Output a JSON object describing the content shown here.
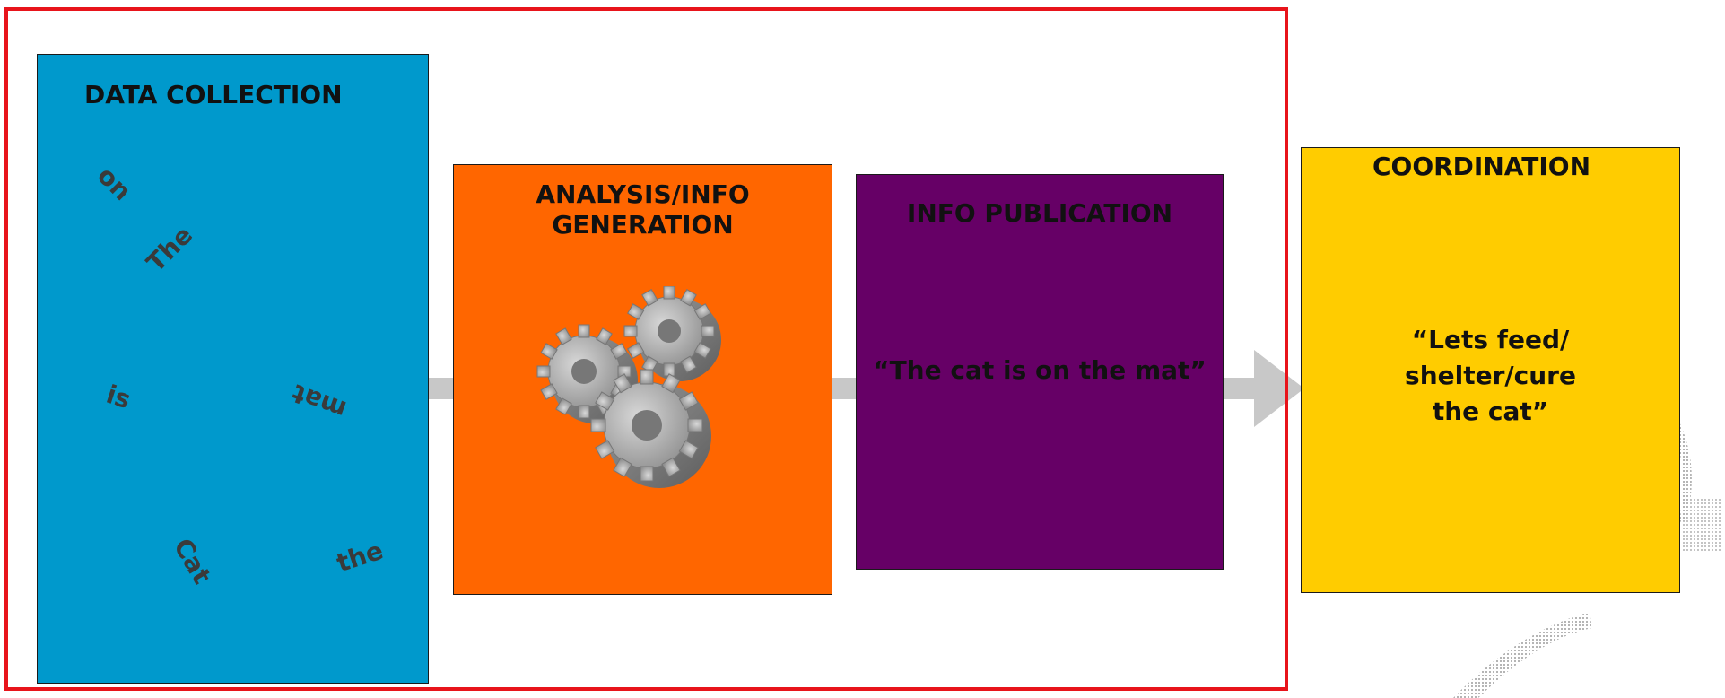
{
  "boxes": {
    "collection": {
      "title": "DATA COLLECTION",
      "color": "#0099cc"
    },
    "analysis": {
      "title_line1": "ANALYSIS/INFO",
      "title_line2": "GENERATION",
      "color": "#ff6600"
    },
    "publication": {
      "title": "INFO PUBLICATION",
      "quote": "“The cat is on the mat”",
      "color": "#660066"
    },
    "coordination": {
      "title": "COORDINATION",
      "quote_line1": "“Lets feed/",
      "quote_line2": "shelter/cure",
      "quote_line3": "the cat”",
      "color": "#ffcc00"
    }
  },
  "scattered_words": [
    "on",
    "The",
    "is",
    "mat",
    "Cat",
    "the"
  ],
  "frame_color": "#e8141b",
  "icons": {
    "gears": "gears-icon",
    "flow": "arrow-icon"
  }
}
